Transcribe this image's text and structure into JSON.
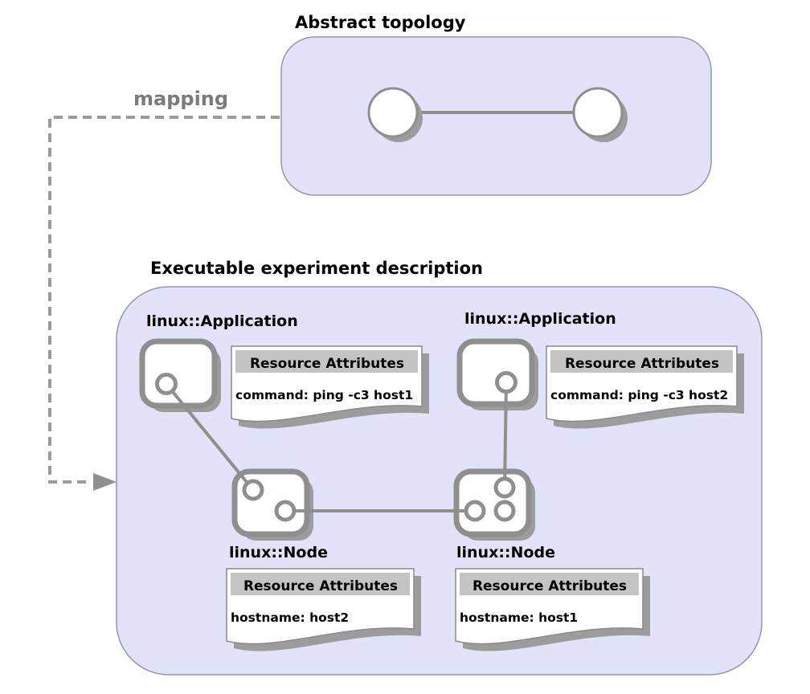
{
  "colors": {
    "panel_fill": "#e2e2f8",
    "panel_border": "#9595ac",
    "shape_stroke": "#8f8f8f",
    "shadow": "#9c9c9c",
    "attribute_header_fill": "#c4c4c4",
    "attribute_box_border": "#8a8a8a",
    "mapping_text": "#7b7b7b",
    "dashed_line": "#9b9b9b",
    "title_text": "#000000"
  },
  "abstract_section": {
    "title": "Abstract topology"
  },
  "mapping": {
    "label": "mapping"
  },
  "executable_section": {
    "title": "Executable experiment description",
    "applications": [
      {
        "label": "linux::Application",
        "attributes": {
          "header": "Resource Attributes",
          "body": "command: ping -c3 host1"
        }
      },
      {
        "label": "linux::Application",
        "attributes": {
          "header": "Resource Attributes",
          "body": "command: ping -c3 host2"
        }
      }
    ],
    "nodes": [
      {
        "label": "linux::Node",
        "attributes": {
          "header": "Resource Attributes",
          "body": "hostname: host2"
        }
      },
      {
        "label": "linux::Node",
        "attributes": {
          "header": "Resource Attributes",
          "body": "hostname: host1"
        }
      }
    ]
  }
}
